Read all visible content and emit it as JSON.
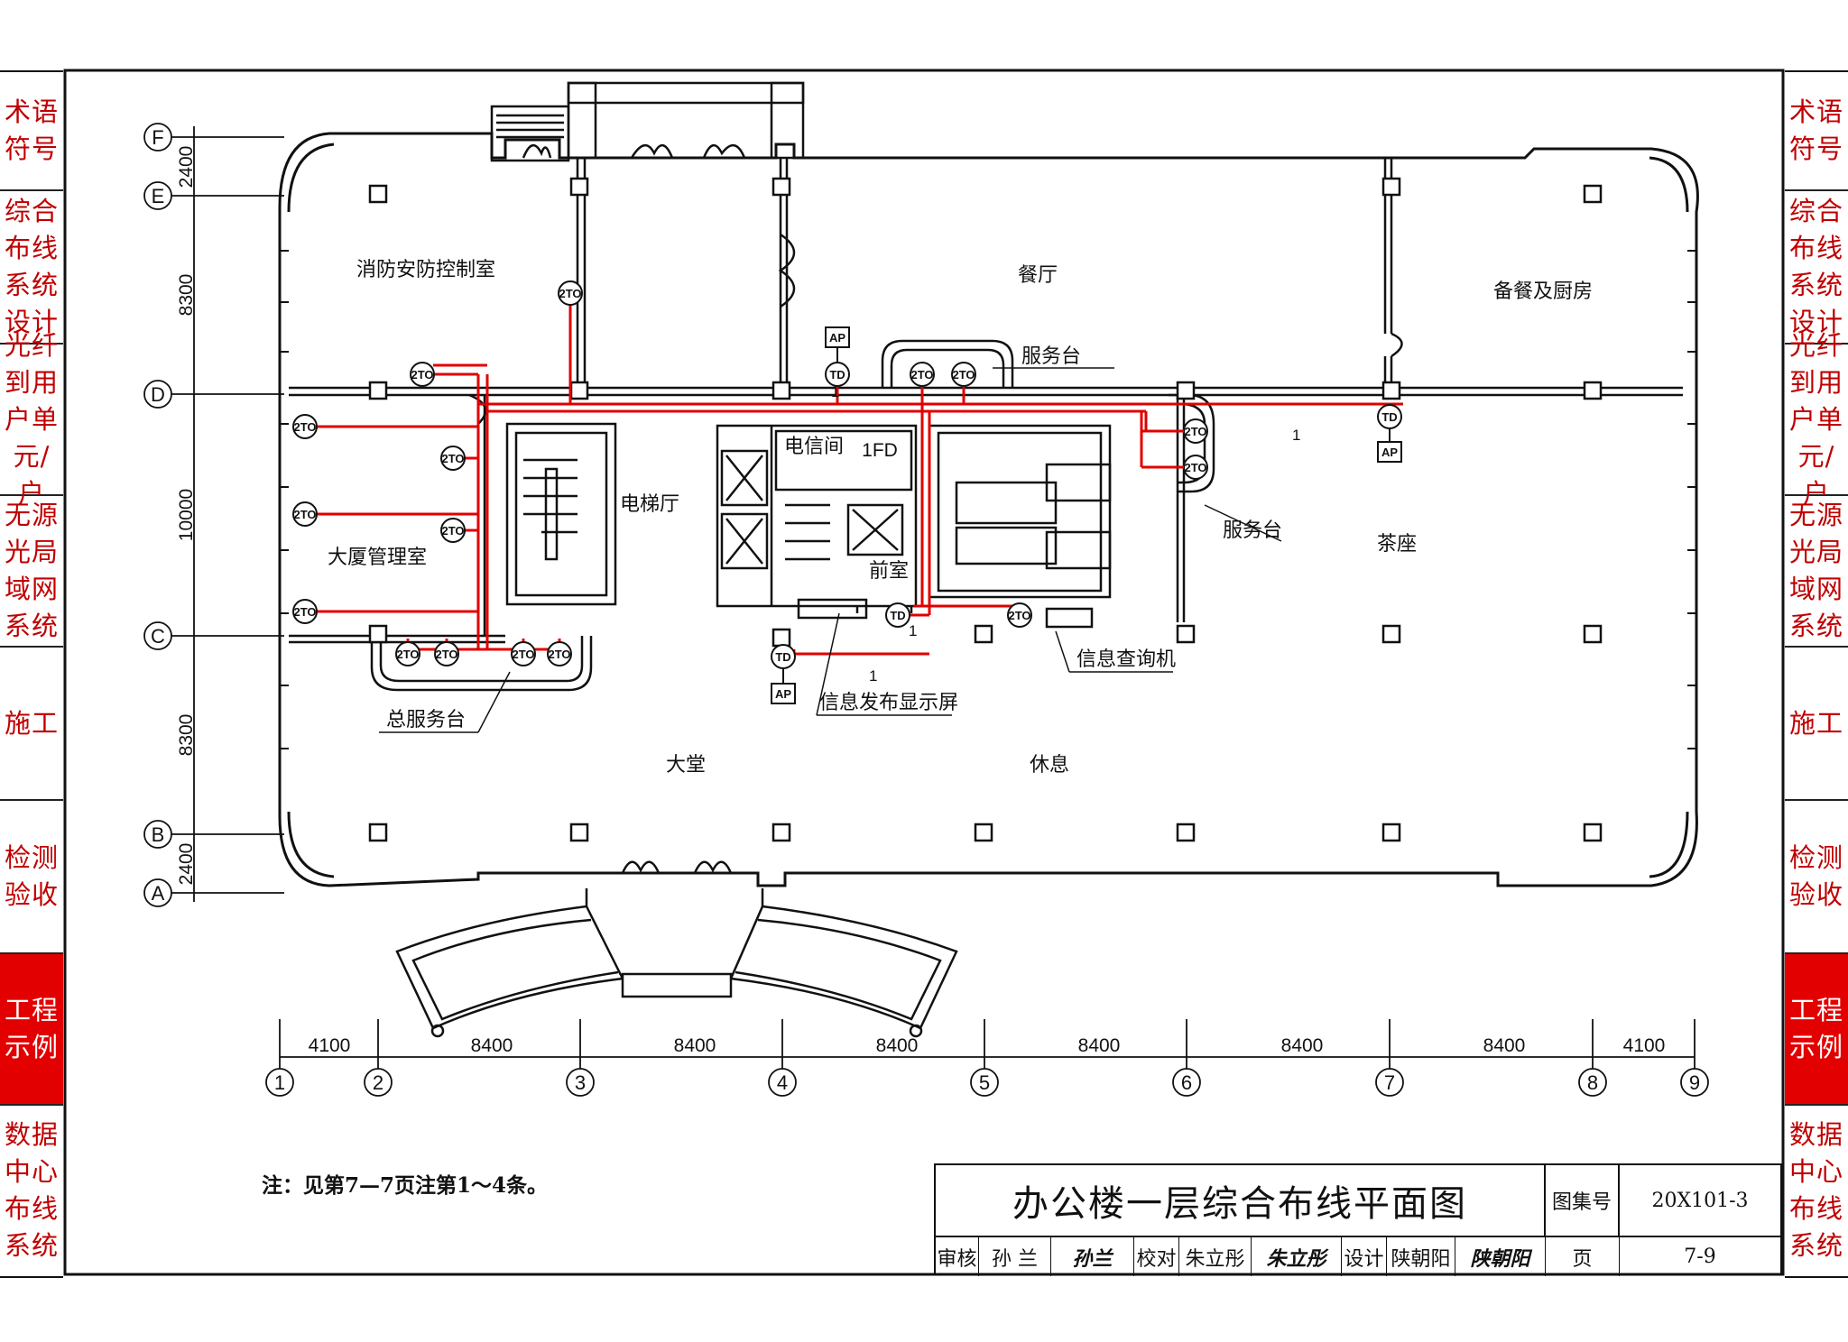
{
  "sidebar": {
    "tabs": [
      {
        "label": "术语\n符号",
        "active": false
      },
      {
        "label": "综合\n布线\n系统\n设计",
        "active": false
      },
      {
        "label": "光纤\n到用\n户单\n元/户",
        "active": false
      },
      {
        "label": "无源\n光局\n域网\n系统",
        "active": false
      },
      {
        "label": "施工",
        "active": false
      },
      {
        "label": "检测\n验收",
        "active": false
      },
      {
        "label": "工程\n示例",
        "active": true
      },
      {
        "label": "数据\n中心\n布线\n系统",
        "active": false
      }
    ]
  },
  "rooms": {
    "fire_control": "消防安防控制室",
    "restaurant": "餐厅",
    "service_desk_top": "服务台",
    "kitchen": "备餐及厨房",
    "telecom_room": "电信间",
    "fd": "1FD",
    "elevator_hall": "电梯厅",
    "building_mgmt": "大厦管理室",
    "antechamber": "前室",
    "service_desk_right": "服务台",
    "tea_room": "茶座",
    "info_query": "信息查询机",
    "main_service_desk": "总服务台",
    "info_display": "信息发布显示屏",
    "lobby": "大堂",
    "rest_area": "休息"
  },
  "symbols": {
    "outlet": "2TO",
    "td": "TD",
    "ap": "AP",
    "cable_mark": "1"
  },
  "grid": {
    "rows": [
      "F",
      "E",
      "D",
      "C",
      "B",
      "A"
    ],
    "row_dims": [
      "2400",
      "8300",
      "10000",
      "8300",
      "2400"
    ],
    "cols": [
      "1",
      "2",
      "3",
      "4",
      "5",
      "6",
      "7",
      "8",
      "9"
    ],
    "col_dims": [
      "4100",
      "8400",
      "8400",
      "8400",
      "8400",
      "8400",
      "8400",
      "4100"
    ]
  },
  "note": "注：见第7—7页注第1～4条。",
  "title_block": {
    "title": "办公楼一层综合布线平面图",
    "atlas_label": "图集号",
    "atlas_no": "20X101-3",
    "review_label": "审核",
    "reviewer": "孙 兰",
    "reviewer_sign": "孙兰",
    "check_label": "校对",
    "checker": "朱立彤",
    "checker_sign": "朱立彤",
    "design_label": "设计",
    "designer": "陕朝阳",
    "designer_sign": "陕朝阳",
    "page_label": "页",
    "page_no": "7-9"
  },
  "colors": {
    "accent_red": "#e20000",
    "cable_red": "#e00000",
    "line": "#111111"
  }
}
